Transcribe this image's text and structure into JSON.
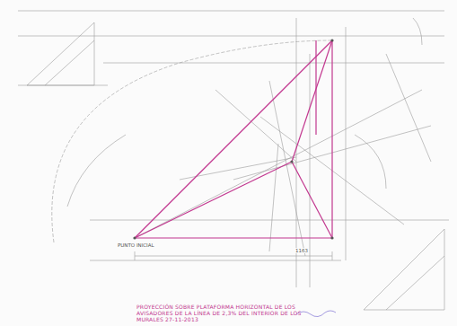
{
  "diagram": {
    "caption": "PROYECCIÓN SOBRE PLATAFORMA HORIZONTAL DE LOS AVISADORES DE LA LÍNEA DE 2,3% DEL INTERIOR DE LOS MURALES 27-11-2013",
    "labels": [
      "PUNTO INICIAL",
      "1163"
    ]
  }
}
